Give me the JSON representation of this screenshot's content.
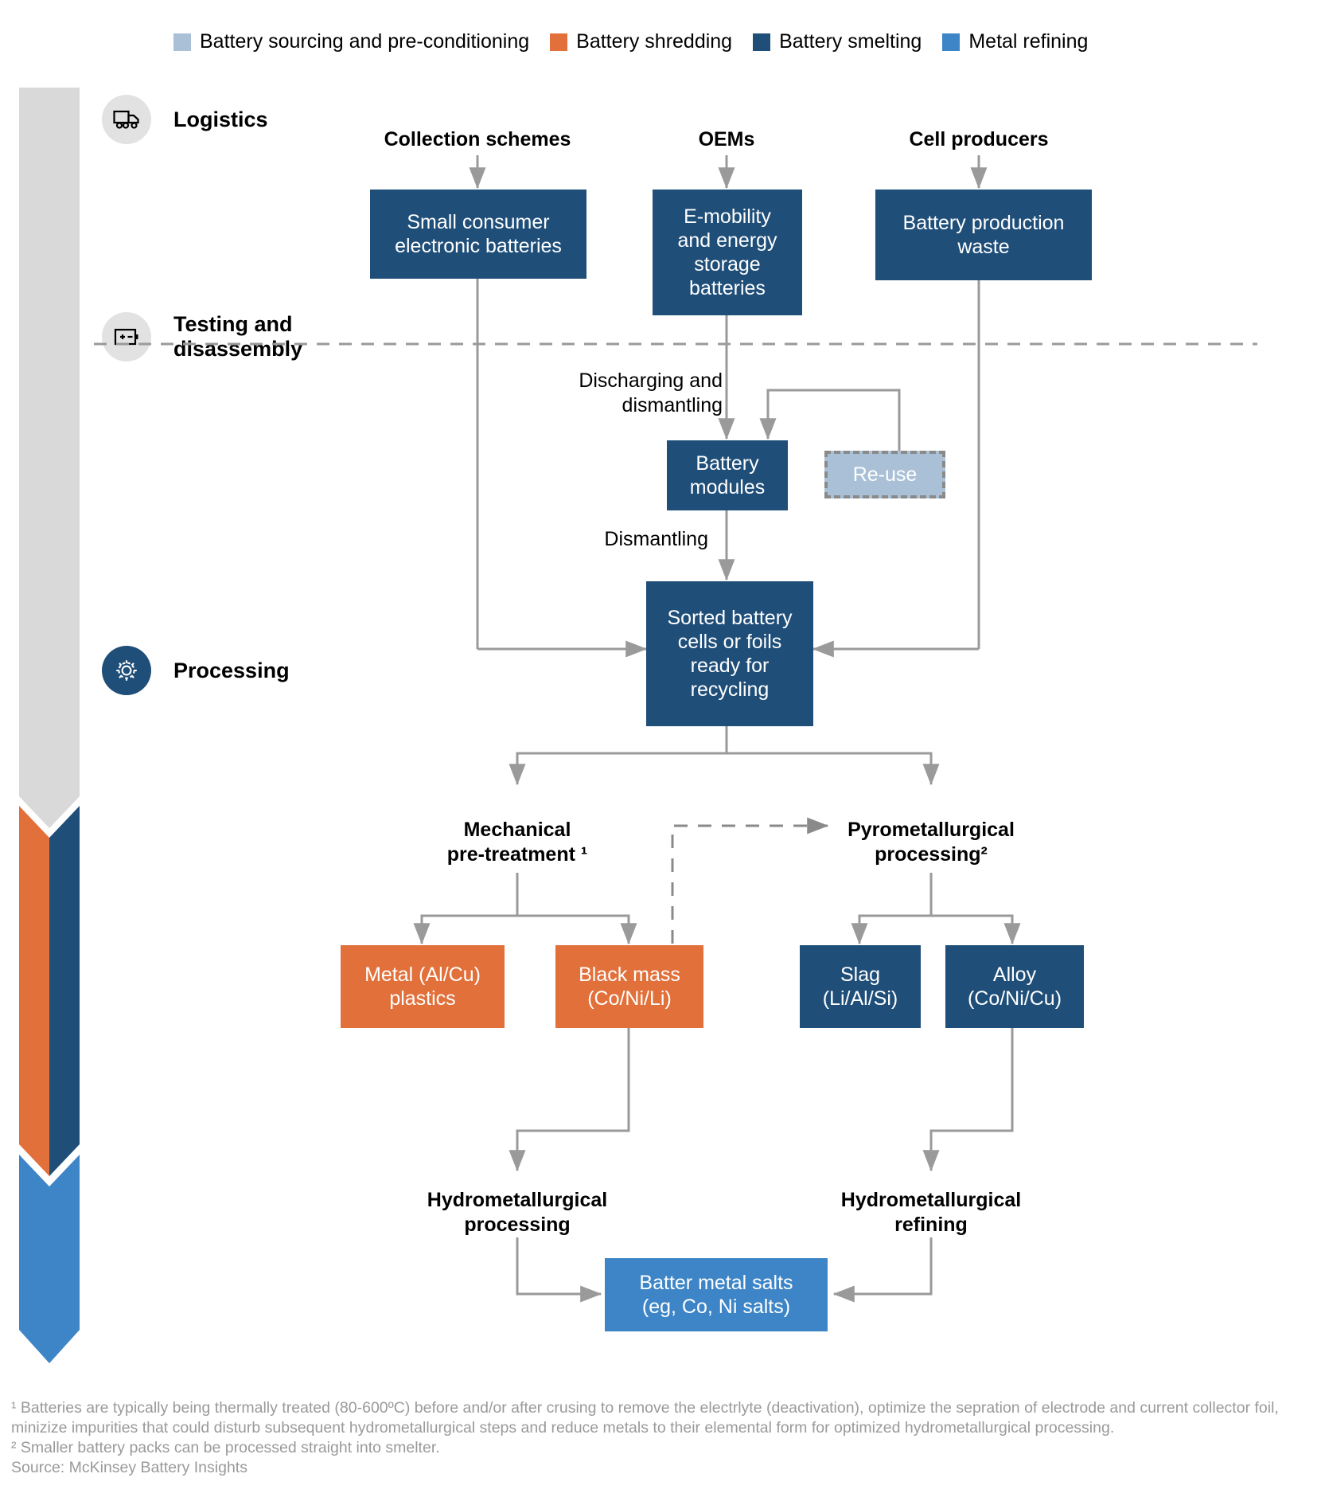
{
  "legend": {
    "items": [
      {
        "label": "Battery sourcing and pre-conditioning",
        "color": "#a9c0d6"
      },
      {
        "label": "Battery shredding",
        "color": "#e2703a"
      },
      {
        "label": "Battery smelting",
        "color": "#1f4e79"
      },
      {
        "label": "Metal refining",
        "color": "#3d85c6"
      }
    ]
  },
  "stages": [
    {
      "title": "Logistics",
      "icon": "truck-icon"
    },
    {
      "title": "Testing and\ndisassembly",
      "icon": "battery-icon"
    },
    {
      "title": "Processing",
      "icon": "gear-icon"
    }
  ],
  "phase_arrow": {
    "segments": [
      {
        "name": "sourcing",
        "color": "#d9d9d9"
      },
      {
        "name": "shredding",
        "color": "#e2703a"
      },
      {
        "name": "smelting",
        "color": "#1f4e79"
      },
      {
        "name": "refining",
        "color": "#3d85c6"
      }
    ]
  },
  "sources": [
    {
      "label": "Collection schemes"
    },
    {
      "label": "OEMs"
    },
    {
      "label": "Cell producers"
    }
  ],
  "nodes": {
    "small_consumer": "Small consumer\nelectronic batteries",
    "emobility": "E-mobility\nand energy\nstorage\nbatteries",
    "production_waste": "Battery production\nwaste",
    "battery_modules": "Battery\nmodules",
    "reuse": "Re-use",
    "sorted_cells": "Sorted battery\ncells or foils\nready for\nrecycling",
    "metal_plastics": "Metal (Al/Cu)\nplastics",
    "black_mass": "Black mass\n(Co/Ni/Li)",
    "slag": "Slag\n(Li/Al/Si)",
    "alloy": "Alloy\n(Co/Ni/Cu)",
    "metal_salts": "Batter metal salts\n(eg, Co, Ni salts)"
  },
  "edge_labels": {
    "discharging": "Discharging and\ndismantling",
    "dismantling": "Dismantling",
    "mechanical": "Mechanical\npre-treatment ¹",
    "pyro": "Pyrometallurgical\nprocessing²",
    "hydro_processing": "Hydrometallurgical\nprocessing",
    "hydro_refining": "Hydrometallurgical\nrefining"
  },
  "footnotes": {
    "fn1": "¹ Batteries are typically being thermally treated (80-600ºC) before and/or after crusing to remove the electrlyte (deactivation), optimize the sepration of electrode and current collector foil, minizize impurities that could disturb subsequent hydrometallurgical steps and reduce metals to their elemental form for optimized hydrometallurgical processing.",
    "fn2": "² Smaller battery packs can be processed straight into smelter.",
    "source": "Source: McKinsey Battery Insights"
  }
}
